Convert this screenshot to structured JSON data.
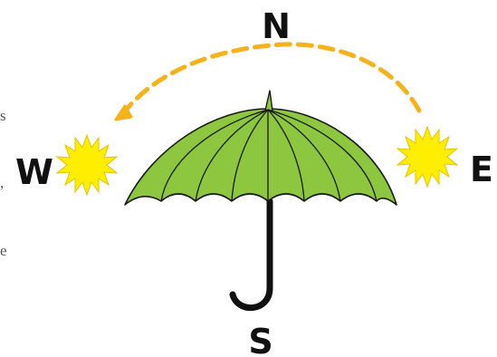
{
  "compass": {
    "north": "N",
    "south": "S",
    "east": "E",
    "west": "W"
  },
  "edge_text": {
    "fragment_1": "s",
    "fragment_2": ",",
    "fragment_3": "e"
  },
  "colors": {
    "umbrella_fill": "#8dc63f",
    "umbrella_stroke": "#1a1a1a",
    "sun_fill": "#ffee00",
    "sun_stroke": "#e8c100",
    "arrow": "#f5b21a",
    "label": "#111111"
  },
  "icons": {
    "umbrella": "umbrella-icon",
    "sun_west": "sun-icon",
    "sun_east": "sun-icon",
    "arc_arrow": "curved-arrow-icon"
  }
}
